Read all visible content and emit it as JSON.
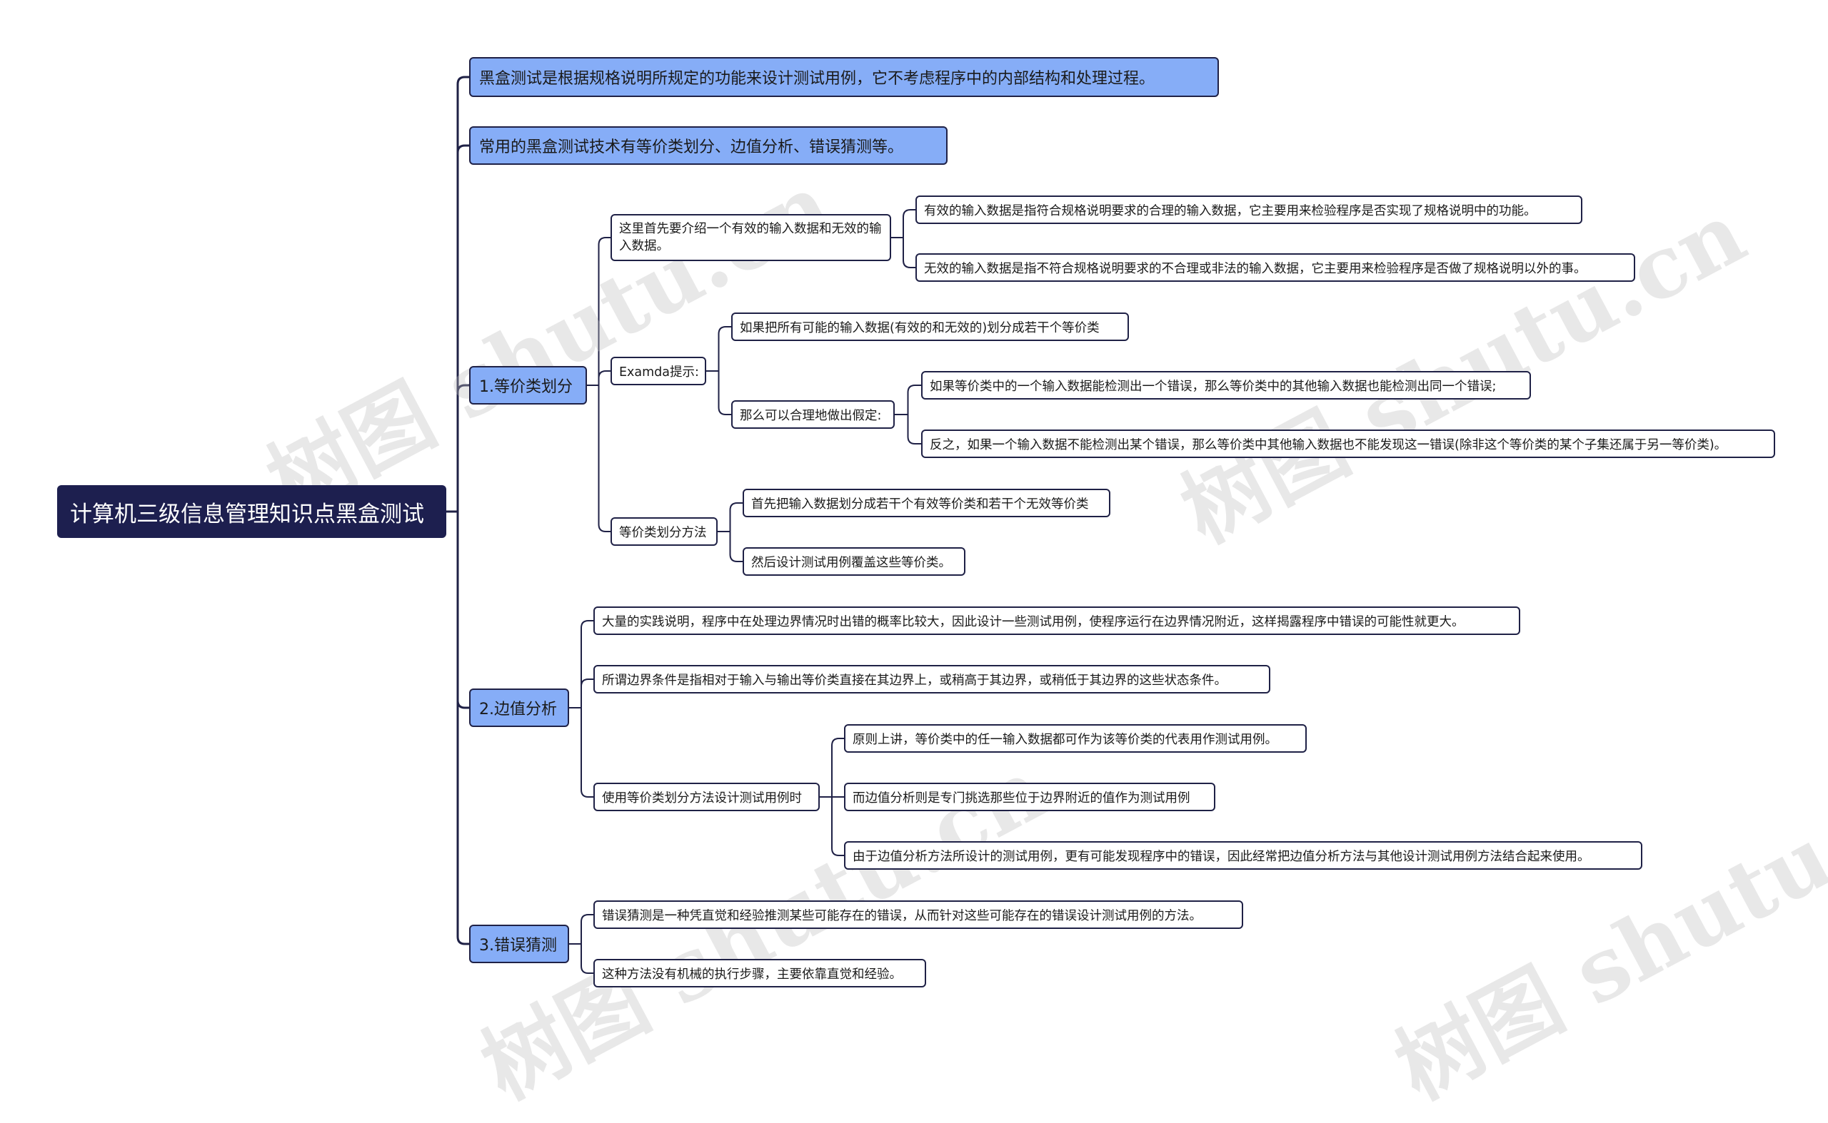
{
  "watermark": "树图 shutu.cn",
  "colors": {
    "root_bg": "#1d1f4f",
    "branch_bg": "#86adf7",
    "line": "#1f2146",
    "leaf_bg": "#ffffff"
  },
  "root": "计算机三级信息管理知识点黑盒测试",
  "intro": [
    "黑盒测试是根据规格说明所规定的功能来设计测试用例，它不考虑程序中的内部结构和处理过程。",
    "常用的黑盒测试技术有等价类划分、边值分析、错误猜测等。"
  ],
  "s1": {
    "label": "1.等价类划分",
    "a": {
      "label": "这里首先要介绍一个有效的输入数据和无效的输入数据。",
      "valid": "有效的输入数据是指符合规格说明要求的合理的输入数据，它主要用来检验程序是否实现了规格说明中的功能。",
      "invalid": "无效的输入数据是指不符合规格说明要求的不合理或非法的输入数据，它主要用来检验程序是否做了规格说明以外的事。"
    },
    "b": {
      "label": "Examda提示:",
      "c1": "如果把所有可能的输入数据(有效的和无效的)划分成若干个等价类",
      "c2": {
        "label": "那么可以合理地做出假定:",
        "d1": "如果等价类中的一个输入数据能检测出一个错误，那么等价类中的其他输入数据也能检测出同一个错误;",
        "d2": "反之，如果一个输入数据不能检测出某个错误，那么等价类中其他输入数据也不能发现这一错误(除非这个等价类的某个子集还属于另一等价类)。"
      }
    },
    "c": {
      "label": "等价类划分方法",
      "c1": "首先把输入数据划分成若干个有效等价类和若干个无效等价类",
      "c2": "然后设计测试用例覆盖这些等价类。"
    }
  },
  "s2": {
    "label": "2.边值分析",
    "p1": "大量的实践说明，程序中在处理边界情况时出错的概率比较大，因此设计一些测试用例，使程序运行在边界情况附近，这样揭露程序中错误的可能性就更大。",
    "p2": "所谓边界条件是指相对于输入与输出等价类直接在其边界上，或稍高于其边界，或稍低于其边界的这些状态条件。",
    "p3": {
      "label": "使用等价类划分方法设计测试用例时",
      "c1": "原则上讲，等价类中的任一输入数据都可作为该等价类的代表用作测试用例。",
      "c2": "而边值分析则是专门挑选那些位于边界附近的值作为测试用例",
      "c3": "由于边值分析方法所设计的测试用例，更有可能发现程序中的错误，因此经常把边值分析方法与其他设计测试用例方法结合起来使用。"
    }
  },
  "s3": {
    "label": "3.错误猜测",
    "p1": "错误猜测是一种凭直觉和经验推测某些可能存在的错误，从而针对这些可能存在的错误设计测试用例的方法。",
    "p2": "这种方法没有机械的执行步骤，主要依靠直觉和经验。"
  }
}
